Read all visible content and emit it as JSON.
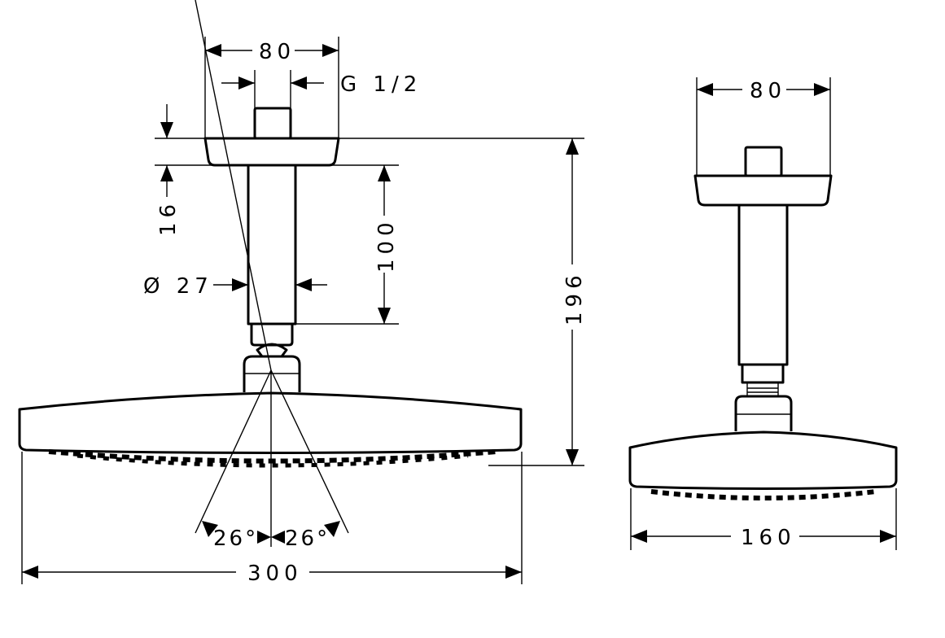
{
  "drawing": {
    "side_view": {
      "flange_width": "80",
      "thread": "G 1/2",
      "flange_height": "16",
      "arm_length": "100",
      "arm_diameter": "Ø 27",
      "total_height": "196",
      "spray_angle_left": "26°",
      "spray_angle_right": "26°",
      "head_width": "300"
    },
    "front_view": {
      "flange_width": "80",
      "head_width": "160"
    }
  }
}
